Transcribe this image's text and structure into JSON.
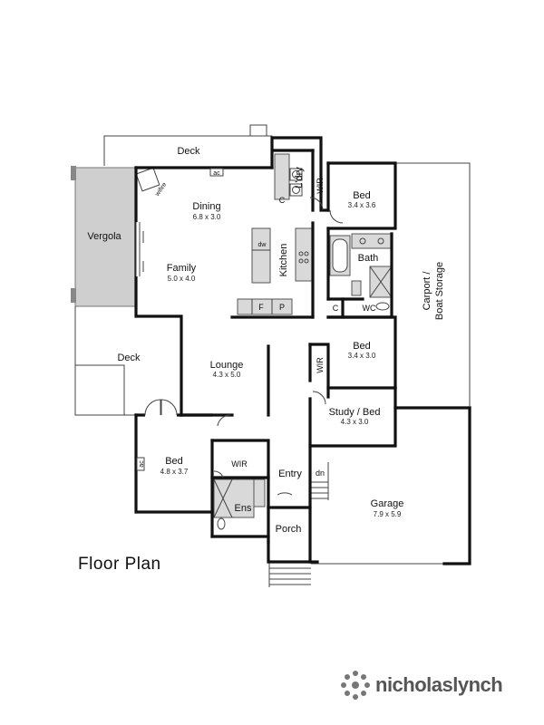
{
  "title": "Floor Plan",
  "brand": "nicholaslynch",
  "rooms": {
    "deck_top": {
      "name": "Deck"
    },
    "deck_left": {
      "name": "Deck"
    },
    "vergola": {
      "name": "Vergola"
    },
    "dining": {
      "name": "Dining",
      "dim": "6.8 x 3.0"
    },
    "family": {
      "name": "Family",
      "dim": "5.0 x 4.0"
    },
    "kitchen": {
      "name": "Kitchen"
    },
    "laundry": {
      "name": "L'dry"
    },
    "bed1": {
      "name": "Bed",
      "dim": "3.4 x 3.6"
    },
    "bath": {
      "name": "Bath"
    },
    "wc": {
      "name": "WC"
    },
    "bed2": {
      "name": "Bed",
      "dim": "3.4 x 3.0"
    },
    "study": {
      "name": "Study / Bed",
      "dim": "4.3 x 3.0"
    },
    "lounge": {
      "name": "Lounge",
      "dim": "4.3 x 5.0"
    },
    "bed3": {
      "name": "Bed",
      "dim": "4.8 x 3.7"
    },
    "wir3": {
      "name": "WIR"
    },
    "ens": {
      "name": "Ens"
    },
    "entry": {
      "name": "Entry"
    },
    "porch": {
      "name": "Porch"
    },
    "garage": {
      "name": "Garage",
      "dim": "7.9 x 5.9"
    },
    "carport_line1": {
      "name": "Carport /"
    },
    "carport_line2": {
      "name": "Boat Storage"
    }
  },
  "fixtures": {
    "ac": "ac",
    "wifire": "wifire",
    "wir": "WIR",
    "dw": "dw",
    "fridge": "F",
    "pantry": "P",
    "cupboard": "C",
    "down": "dn"
  }
}
